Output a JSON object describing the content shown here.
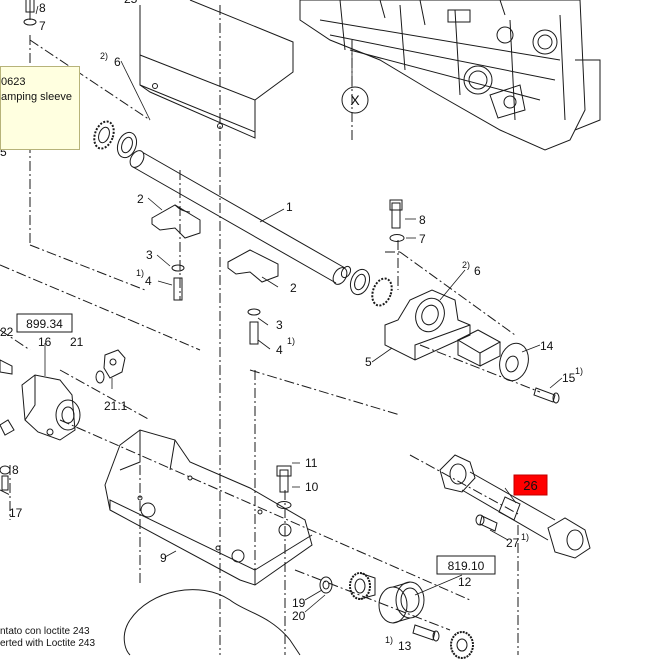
{
  "callouts": [
    {
      "id": "c8a",
      "text": "8"
    },
    {
      "id": "c7a",
      "text": "7"
    },
    {
      "id": "c25t",
      "text": "25"
    },
    {
      "id": "c6a",
      "text": "6"
    },
    {
      "id": "c5a",
      "text": "5"
    },
    {
      "id": "c1",
      "text": "1"
    },
    {
      "id": "c2a",
      "text": "2"
    },
    {
      "id": "c2b",
      "text": "2"
    },
    {
      "id": "c3a",
      "text": "3"
    },
    {
      "id": "c3b",
      "text": "3"
    },
    {
      "id": "c4a",
      "text": "4"
    },
    {
      "id": "c4b",
      "text": "4"
    },
    {
      "id": "c8b",
      "text": "8"
    },
    {
      "id": "c7b",
      "text": "7"
    },
    {
      "id": "c6b",
      "text": "6"
    },
    {
      "id": "c5b",
      "text": "5"
    },
    {
      "id": "c14",
      "text": "14"
    },
    {
      "id": "c15",
      "text": "15"
    },
    {
      "id": "c22",
      "text": "22"
    },
    {
      "id": "c16",
      "text": "16"
    },
    {
      "id": "c21",
      "text": "21"
    },
    {
      "id": "c211",
      "text": "21.1"
    },
    {
      "id": "c17",
      "text": "17"
    },
    {
      "id": "c18",
      "text": "8"
    },
    {
      "id": "c11",
      "text": "11"
    },
    {
      "id": "c10",
      "text": "10"
    },
    {
      "id": "c9",
      "text": "9"
    },
    {
      "id": "c27",
      "text": "27"
    },
    {
      "id": "c12",
      "text": "12"
    },
    {
      "id": "c19",
      "text": "19"
    },
    {
      "id": "c20",
      "text": "20"
    },
    {
      "id": "c13",
      "text": "13"
    }
  ],
  "footnote_marks": {
    "one": "1)",
    "two": "2)"
  },
  "view_marker": "X",
  "ref_boxes": {
    "left": "899.34",
    "bottom": "819.10"
  },
  "highlight_label": "26",
  "tooltip": {
    "line1": "0623",
    "line2": "amping sleeve"
  },
  "footnotes": {
    "it": "ntato con loctite 243",
    "en": "erted with Loctite 243"
  },
  "colors": {
    "line": "#1a1a1a",
    "highlight": "#ff0000",
    "tooltip_bg": "#ffffe0"
  }
}
